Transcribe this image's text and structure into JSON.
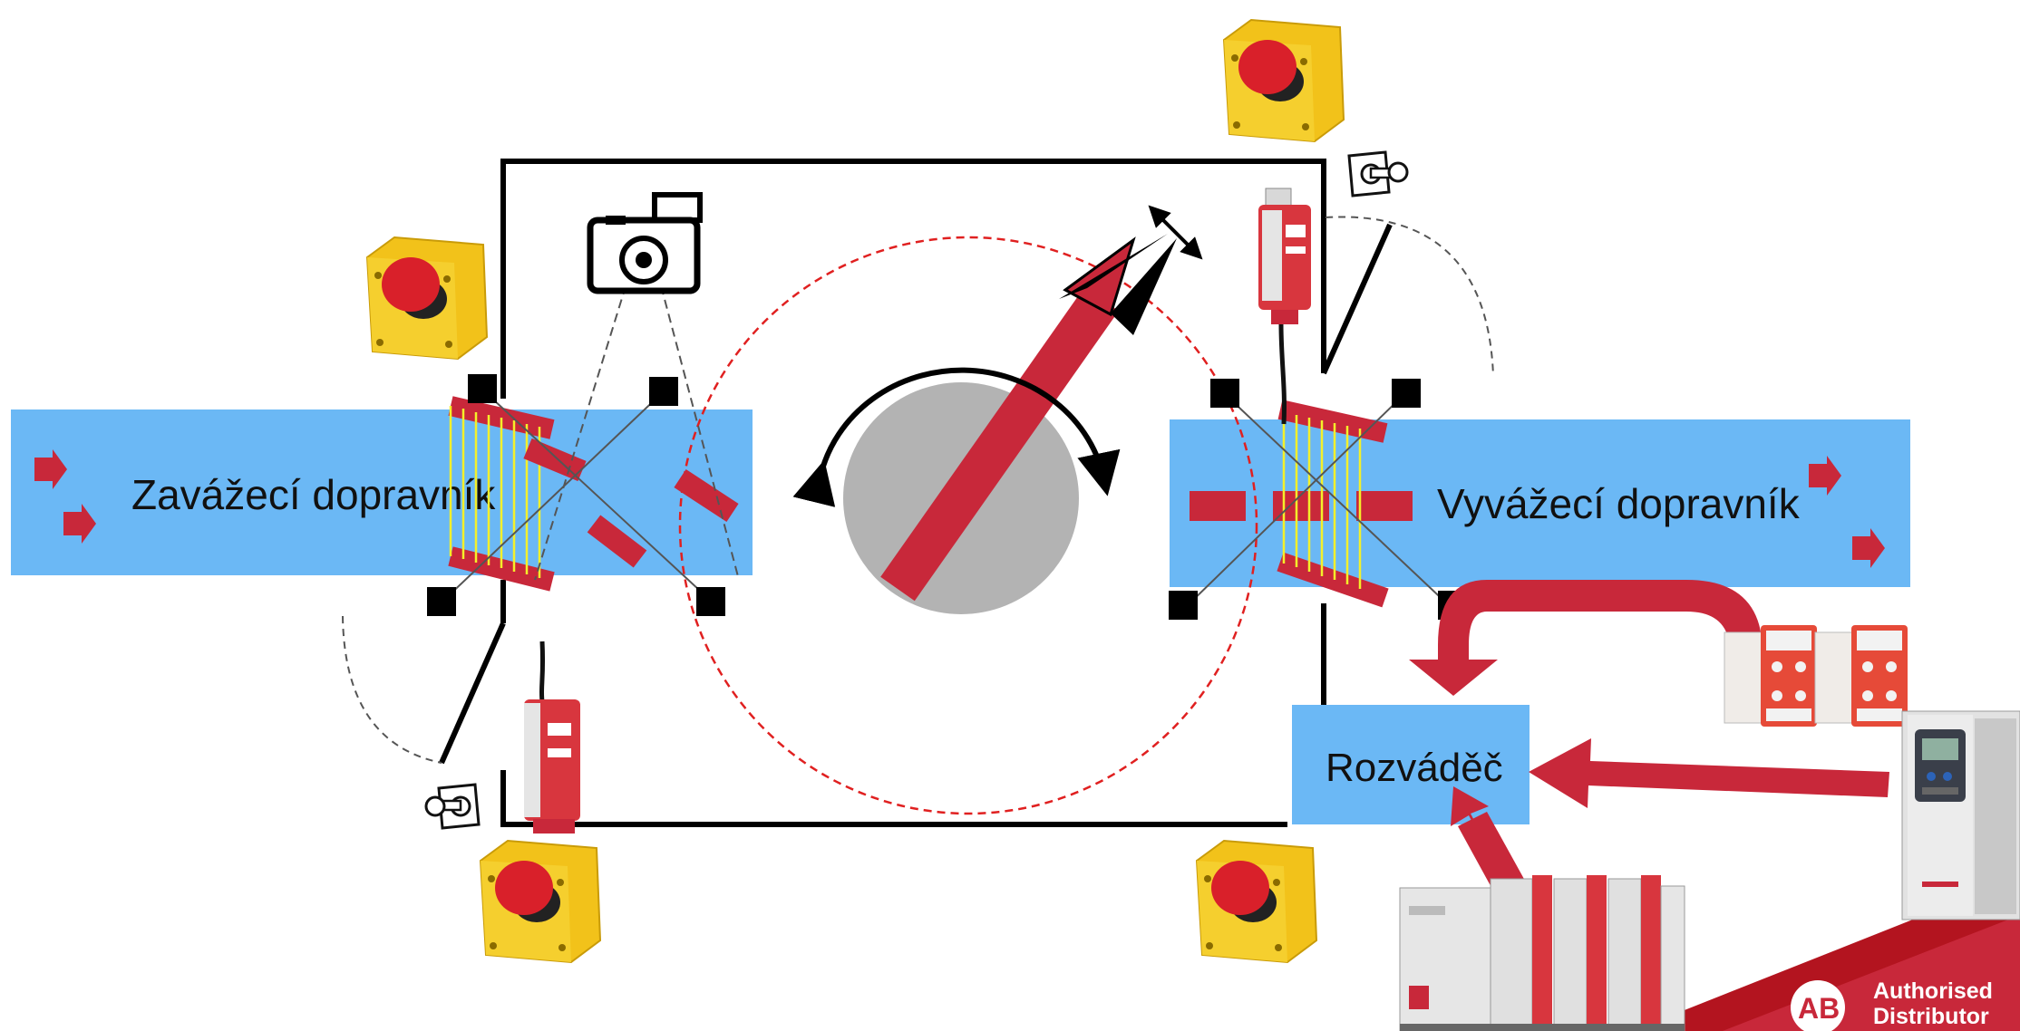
{
  "infeed_conveyor": {
    "label": "Zavážecí dopravník"
  },
  "outfeed_conveyor": {
    "label": "Vyvážecí dopravník"
  },
  "control_cabinet": {
    "label": "Rozváděč"
  },
  "badge": {
    "logo": "AB",
    "line1": "Authorised",
    "line2": "Distributor"
  },
  "colors": {
    "conveyor": "#6bb8f5",
    "accent_red": "#c8283a",
    "estop_yellow": "#f2c21a",
    "estop_red": "#d9202a",
    "light_curtain": "#f4f02a",
    "robot_base": "#b3b3b3",
    "guard_line": "#000000",
    "safety_zone": "#e02020"
  },
  "icons": [
    "emergency-stop-icon",
    "camera-icon",
    "key-switch-icon",
    "safety-interlock-icon",
    "safety-relay-icon",
    "plc-controller-icon",
    "variable-frequency-drive-icon",
    "light-curtain-icon"
  ]
}
